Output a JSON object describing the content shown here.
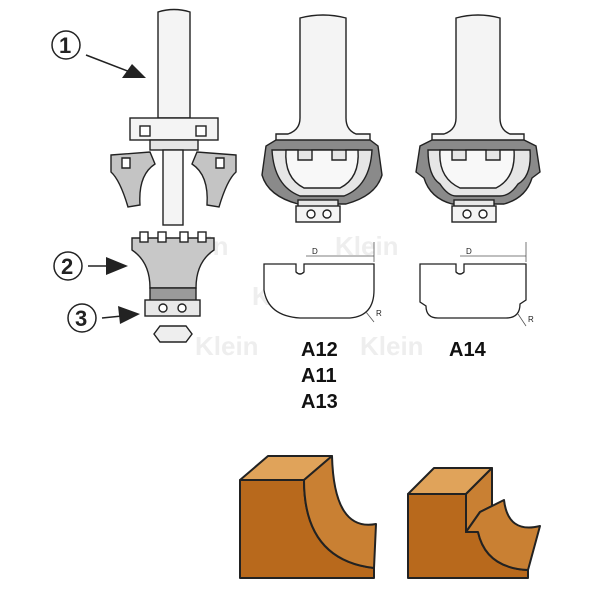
{
  "callouts": [
    {
      "number": "1"
    },
    {
      "number": "2"
    },
    {
      "number": "3"
    }
  ],
  "dimension_labels": {
    "diameter": "D",
    "radius": "R"
  },
  "model_codes": {
    "left_group": [
      "A12",
      "A11",
      "A13"
    ],
    "right_group": [
      "A14"
    ]
  },
  "watermark": "Klein",
  "colors": {
    "outline": "#222222",
    "shank_fill": "#f4f4f4",
    "cutter_grey": "#bdbdbd",
    "cutter_dark": "#8a8a8a",
    "wood_face": "#b8691c",
    "wood_top": "#e0a35a",
    "wood_side": "#c98033",
    "dim_line": "#555555"
  },
  "icons": [
    "router-bit-icon",
    "arrow-icon",
    "wood-profile-icon"
  ]
}
